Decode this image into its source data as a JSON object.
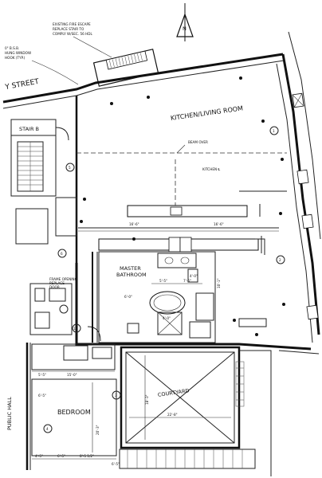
{
  "notes": {
    "fire_escape_line1": "EXISTING FIRE ESCAPE",
    "fire_escape_line2": "REPLACE STAIR TO",
    "fire_escape_line3": "COMPLY W/SEC. 56 HDL",
    "bsb_line1": "0\" B.S.B.",
    "bsb_line2": "HUNG WINDOW",
    "bsb_line3": "HOOK (TYP.)",
    "beam_note": "BEAM OVER",
    "kitchen_note": "KITCHEN ℄",
    "frame_note_line1": "FRAME OPENING",
    "frame_note_line2": "REPLACE",
    "frame_note_line3": "DOOR"
  },
  "street_label": "Y STREET",
  "public_hall_label": "PUBLIC HALL",
  "rooms": {
    "kitchen": "KITCHEN/LIVING ROOM",
    "stair": "STAIR B",
    "bath_line1": "MASTER",
    "bath_line2": "BATHROOM",
    "courtyard": "COURTYARD",
    "bedroom": "BEDROOM"
  },
  "dimensions": {
    "d1": "16'-6\"",
    "d2": "16'-6\"",
    "d3": "5'-5\"",
    "d4": "7'-5\"",
    "d5": "10'-1\"",
    "d6": "4'-0\"",
    "d7": "4'-0\"",
    "d8": "5'-5\"",
    "d9": "15'-0\"",
    "d10": "18'-3\"",
    "d11": "22'-8\"",
    "d12": "20'-3\"",
    "d13": "4'-5\"",
    "d14": "6'-5\"",
    "d15": "6'-5\"",
    "d16": "8'-5 1/2\"",
    "d17": "6'-0\"",
    "d18": "6'-5\""
  },
  "markers": {
    "m1": "5",
    "m2": "6",
    "m3": "10",
    "m4": "4",
    "m5": "3",
    "m6": "2",
    "m7": "1"
  },
  "north": {
    "label": "N"
  }
}
